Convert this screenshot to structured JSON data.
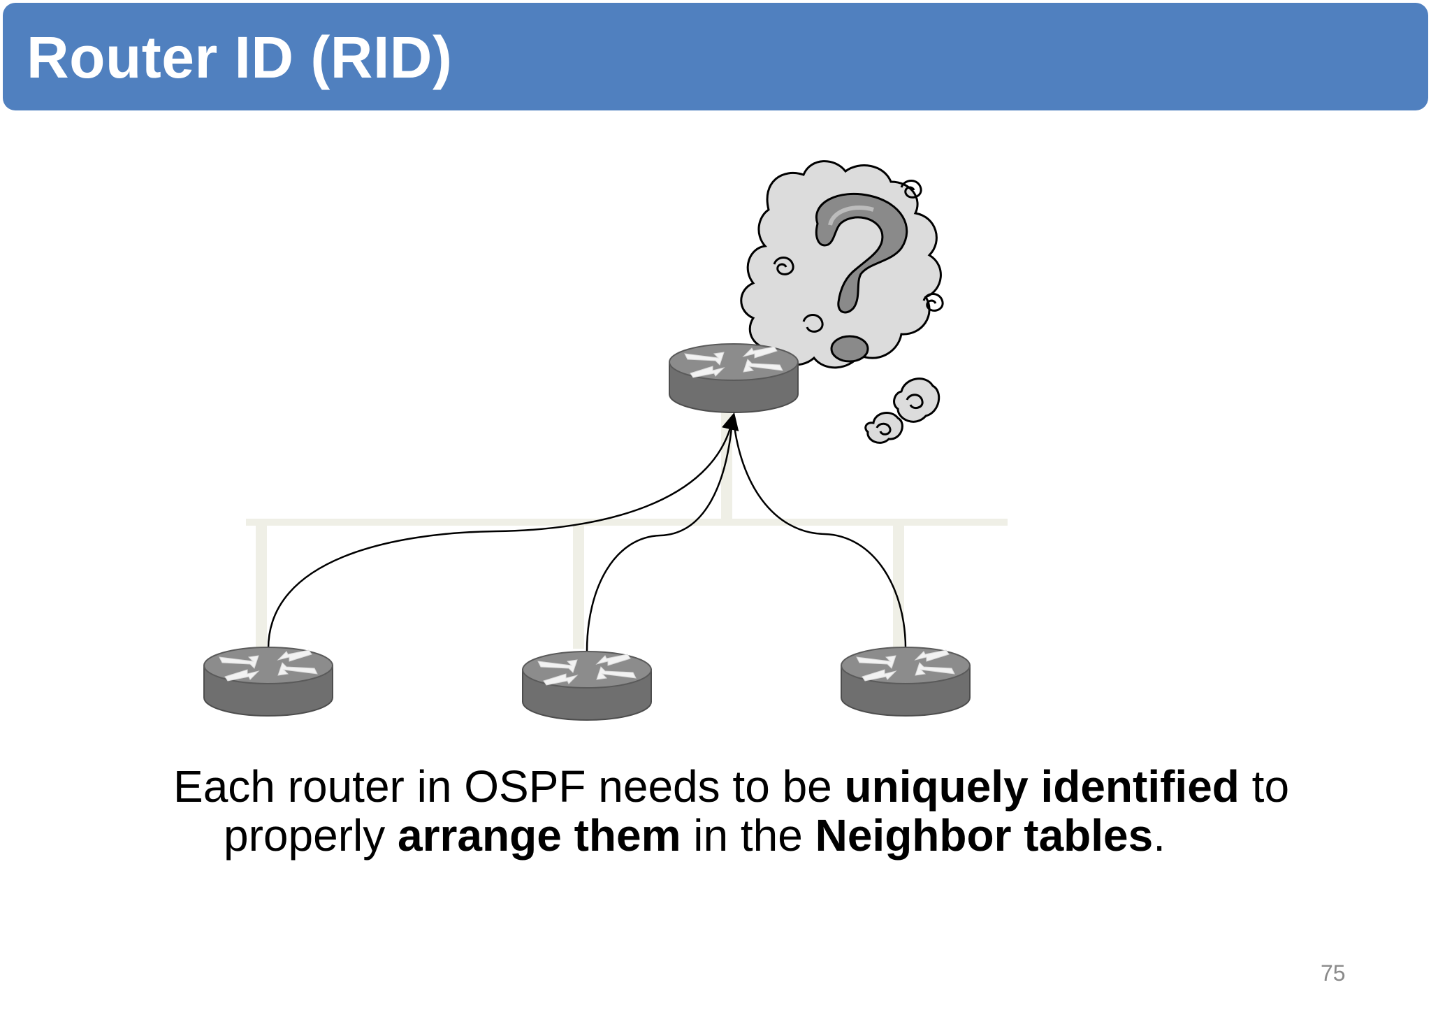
{
  "slide": {
    "title": "Router ID (RID)",
    "page_number": "75"
  },
  "caption": {
    "line1": [
      {
        "text": "Each router in OSPF needs to be ",
        "bold": false
      },
      {
        "text": "uniquely identified",
        "bold": true
      },
      {
        "text": " to",
        "bold": false
      }
    ],
    "line2": [
      {
        "text": "properly ",
        "bold": false
      },
      {
        "text": "arrange them",
        "bold": true
      },
      {
        "text": " in the ",
        "bold": false
      },
      {
        "text": "Neighbor tables",
        "bold": true
      },
      {
        "text": ".",
        "bold": false
      }
    ]
  },
  "diagram": {
    "nodes": [
      "central-router",
      "router-left",
      "router-middle",
      "router-right"
    ],
    "connections": [
      {
        "from": "router-left",
        "to": "central-router"
      },
      {
        "from": "router-middle",
        "to": "central-router"
      },
      {
        "from": "router-right",
        "to": "central-router"
      }
    ],
    "thought_bubble_icon": "question-mark-thought-cloud",
    "router_icon": "router-icon"
  },
  "colors": {
    "title_bar": "#5080bf",
    "title_text": "#ffffff",
    "bus_line": "#efefe6",
    "router_body": "#6f6f6f",
    "router_top": "#8c8c8c",
    "cloud_fill": "#dcdcdc",
    "question_mark": "#8a8a8a"
  }
}
